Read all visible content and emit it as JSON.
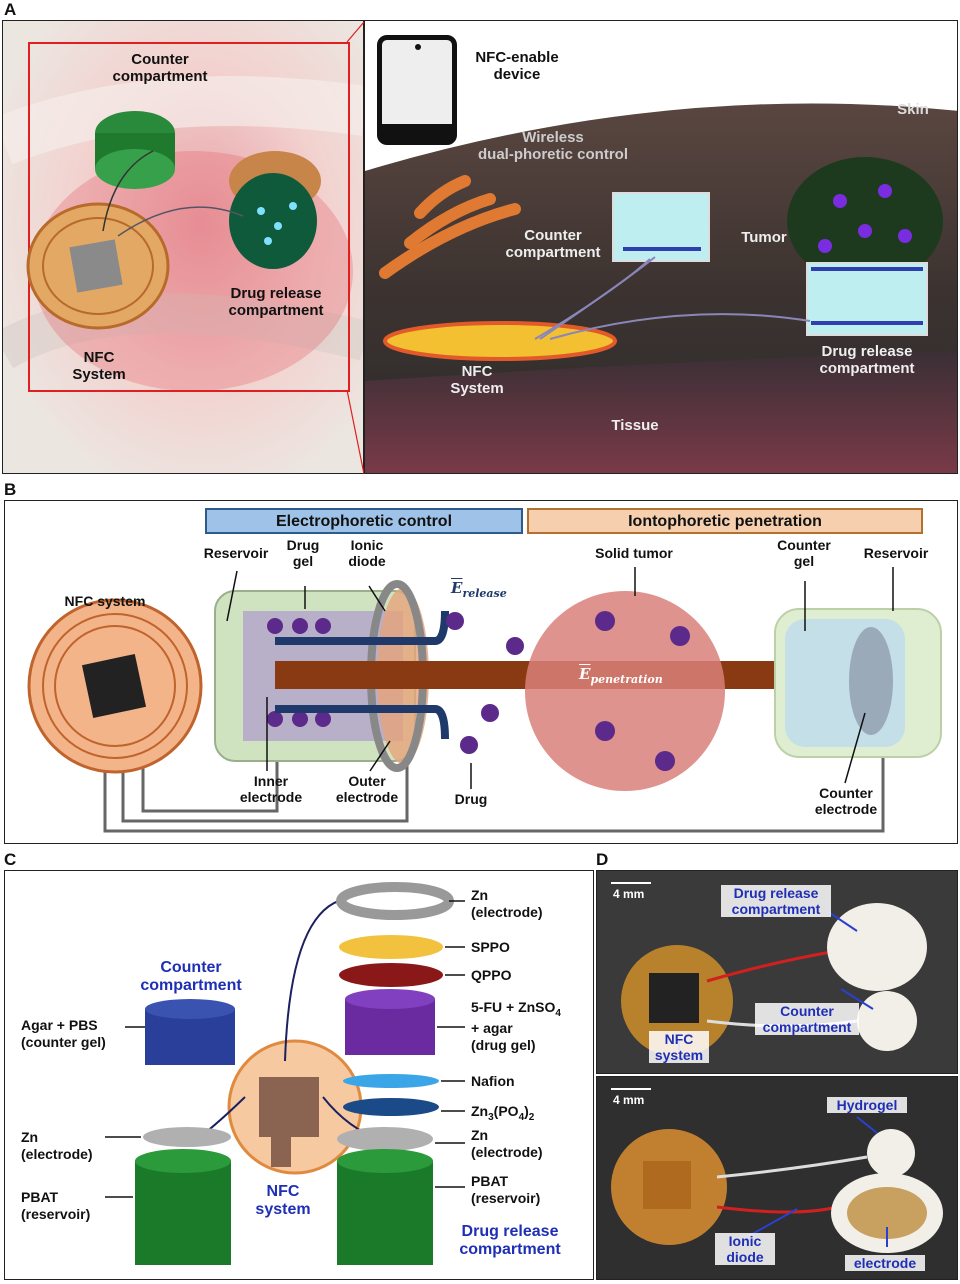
{
  "panel_letters": {
    "a": "A",
    "b": "B",
    "c": "C",
    "d": "D"
  },
  "panelA": {
    "counter_compartment": "Counter\ncompartment",
    "drug_release_compartment": "Drug release\ncompartment",
    "nfc_system": "NFC\nSystem",
    "nfc_enable_device": "NFC-enable\ndevice",
    "wireless": "Wireless\ndual-phoretic control",
    "skin": "Skin",
    "tumor": "Tumor",
    "counter_compartment_right": "Counter\ncompartment",
    "nfc_system_right": "NFC\nSystem",
    "drug_release_right": "Drug release\ncompartment",
    "tissue": "Tissue"
  },
  "panelB": {
    "electrophoretic_control": "Electrophoretic control",
    "iontophoretic_penetration": "Iontophoretic penetration",
    "nfc_system": "NFC system",
    "reservoir_left": "Reservoir",
    "drug_gel": "Drug\ngel",
    "ionic_diode": "Ionic\ndiode",
    "e_release": "E",
    "e_release_sub": "release",
    "solid_tumor": "Solid tumor",
    "counter_gel": "Counter\ngel",
    "reservoir_right": "Reservoir",
    "e_penetration": "E",
    "e_penetration_sub": "penetration",
    "inner_electrode": "Inner\nelectrode",
    "outer_electrode": "Outer\nelectrode",
    "drug": "Drug",
    "counter_electrode": "Counter\nelectrode"
  },
  "panelC": {
    "zn_top": "Zn\n(electrode)",
    "sppo": "SPPO",
    "qppo": "QPPO",
    "counter_compartment": "Counter\ncompartment",
    "agar_pbs": "Agar + PBS\n(counter gel)",
    "drug_gel_a": "5-FU + ZnSO",
    "drug_gel_sub": "4",
    "drug_gel_b": "+ agar\n(drug gel)",
    "nafion": "Nafion",
    "zn3po4": "Zn",
    "zn3po4_sub1": "3",
    "zn3po4_mid": "(PO",
    "zn3po4_sub2": "4",
    "zn3po4_end": ")",
    "zn3po4_sub3": "2",
    "zn_left": "Zn\n(electrode)",
    "zn_right": "Zn\n(electrode)",
    "pbat_left": "PBAT\n(reservoir)",
    "pbat_right": "PBAT\n(reservoir)",
    "nfc_system": "NFC\nsystem",
    "drug_release_compartment": "Drug release\ncompartment"
  },
  "panelD": {
    "scale_top": "4 mm",
    "drug_release": "Drug release\ncompartment",
    "counter_compartment": "Counter\ncompartment",
    "nfc_system": "NFC\nsystem",
    "scale_bottom": "4 mm",
    "hydrogel": "Hydrogel",
    "ionic_diode": "Ionic\ndiode",
    "electrode": "electrode"
  }
}
